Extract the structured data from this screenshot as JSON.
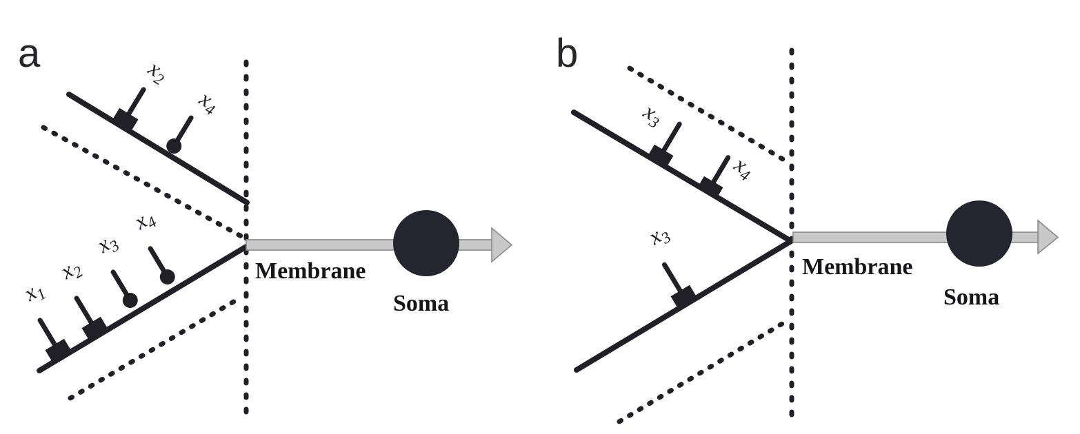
{
  "colors": {
    "ink": "#202026",
    "soma": "#25252f",
    "membrane_fill": "#c8c8c8",
    "membrane_stroke": "#8b8b8b"
  },
  "panels": [
    {
      "letter": "a",
      "membrane_label": "Membrane",
      "soma_label": "Soma",
      "synapses": [
        {
          "base": "x",
          "sub": "2",
          "type": "square",
          "branch": "upper"
        },
        {
          "base": "x",
          "sub": "4",
          "type": "dot",
          "branch": "upper"
        },
        {
          "base": "x",
          "sub": "1",
          "type": "square",
          "branch": "lower"
        },
        {
          "base": "x",
          "sub": "2",
          "type": "square",
          "branch": "lower"
        },
        {
          "base": "x",
          "sub": "3",
          "type": "dot",
          "branch": "lower"
        },
        {
          "base": "x",
          "sub": "4",
          "type": "dot",
          "branch": "lower"
        }
      ]
    },
    {
      "letter": "b",
      "membrane_label": "Membrane",
      "soma_label": "Soma",
      "synapses": [
        {
          "base": "x",
          "sub": "3",
          "type": "square",
          "branch": "upper"
        },
        {
          "base": "x",
          "sub": "4",
          "type": "square",
          "branch": "upper"
        },
        {
          "base": "x",
          "sub": "3",
          "type": "square",
          "branch": "lower"
        }
      ]
    }
  ]
}
